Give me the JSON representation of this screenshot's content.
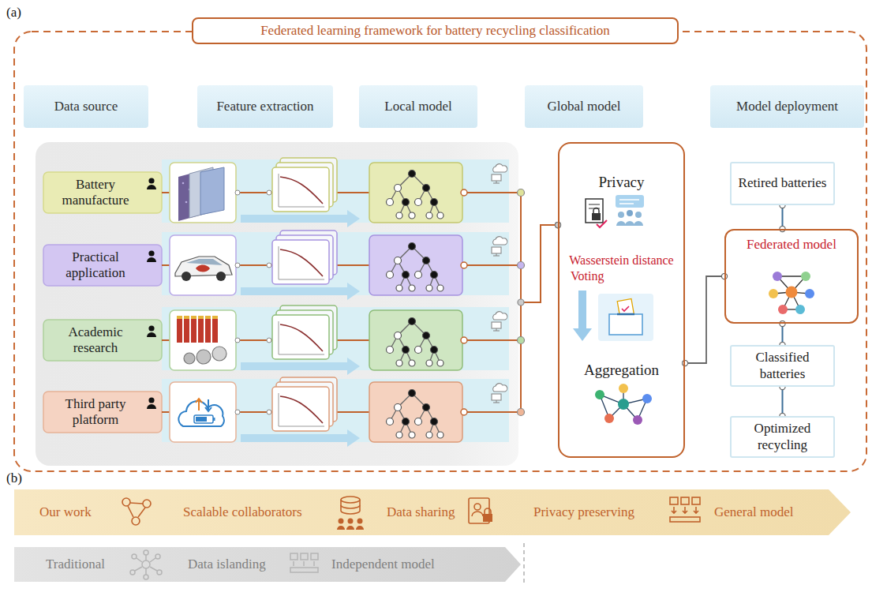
{
  "diagram": {
    "title": "Federated learning framework for battery recycling classification",
    "nodes": [
      {
        "text": [
          "Data source"
        ]
      },
      {
        "text": [
          "Feature extraction"
        ]
      },
      {
        "text": [
          "Local model"
        ]
      },
      {
        "text": [
          "Global model"
        ]
      },
      {
        "text": [
          "Model deployment"
        ]
      },
      {
        "text": [
          "Battery manufacture"
        ]
      },
      {
        "text": [
          "Practical application"
        ]
      },
      {
        "text": [
          "Academic research"
        ]
      },
      {
        "text": [
          "Third party platform"
        ]
      },
      {
        "text": [
          "Privacy",
          "Wasserstein distance",
          "Voting",
          "Aggregation"
        ]
      },
      {
        "text": [
          "Retired batteries"
        ]
      },
      {
        "text": [
          "Federated model"
        ]
      },
      {
        "text": [
          "Classified batteries"
        ]
      },
      {
        "text": [
          "Optimized recycling"
        ]
      },
      {
        "text": [
          "Our work",
          "Scalable collaborators",
          "Data sharing",
          "Privacy preserving",
          "General model"
        ]
      },
      {
        "text": [
          "Traditional",
          "Data islanding",
          "Independent model"
        ]
      }
    ],
    "edges": [
      {
        "from": 5,
        "to": 9,
        "arrow": "none"
      },
      {
        "from": 6,
        "to": 9,
        "arrow": "none"
      },
      {
        "from": 7,
        "to": 9,
        "arrow": "none"
      },
      {
        "from": 8,
        "to": 9,
        "arrow": "none"
      },
      {
        "from": 9,
        "to": 11,
        "arrow": "none"
      },
      {
        "from": 10,
        "to": 11,
        "arrow": "none"
      },
      {
        "from": 11,
        "to": 12,
        "arrow": "none"
      },
      {
        "from": 12,
        "to": 13,
        "arrow": "none"
      }
    ],
    "labels": [
      "(a)",
      "(b)"
    ]
  }
}
